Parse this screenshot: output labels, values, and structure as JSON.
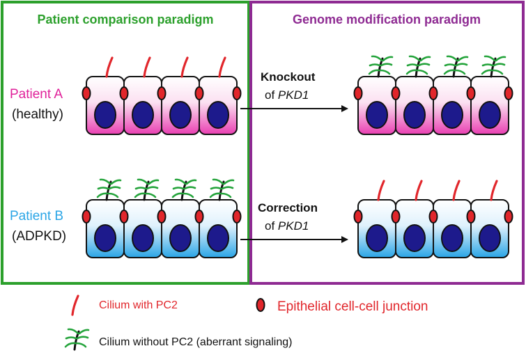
{
  "colors": {
    "green": "#2ca02c",
    "purple": "#8e2a92",
    "magenta": "#e0219a",
    "blue": "#2aa5e6",
    "red": "#e1262b",
    "nucleus": "#1d1a8c",
    "cilium_green": "#23a33a",
    "black": "#111111"
  },
  "icons": [
    "cilium-with-pc2-icon",
    "cilium-without-pc2-icon",
    "junction-icon",
    "nucleus-icon",
    "arrow-icon"
  ],
  "left_panel": {
    "title": "Patient comparison paradigm",
    "patient_a": {
      "name": "Patient A",
      "status": "(healthy)"
    },
    "patient_b": {
      "name": "Patient B",
      "status": "(ADPKD)"
    }
  },
  "right_panel": {
    "title": "Genome modification paradigm",
    "knockout": {
      "action": "Knockout",
      "of": "of ",
      "gene": "PKD1"
    },
    "correction": {
      "action": "Correction",
      "of": "of ",
      "gene": "PKD1"
    }
  },
  "legend": {
    "cilium_with_pc2": "Cilium with PC2",
    "junction": "Epithelial cell-cell junction",
    "cilium_without_pc2": "Cilium without PC2 (aberrant signaling)"
  },
  "rows": {
    "healthy_left": {
      "fill": "pink",
      "cilia": "pc2"
    },
    "adpkd_left": {
      "fill": "blue",
      "cilia": "no-pc2"
    },
    "knockout_right": {
      "fill": "pink",
      "cilia": "no-pc2"
    },
    "corrected_right": {
      "fill": "blue",
      "cilia": "pc2"
    }
  }
}
